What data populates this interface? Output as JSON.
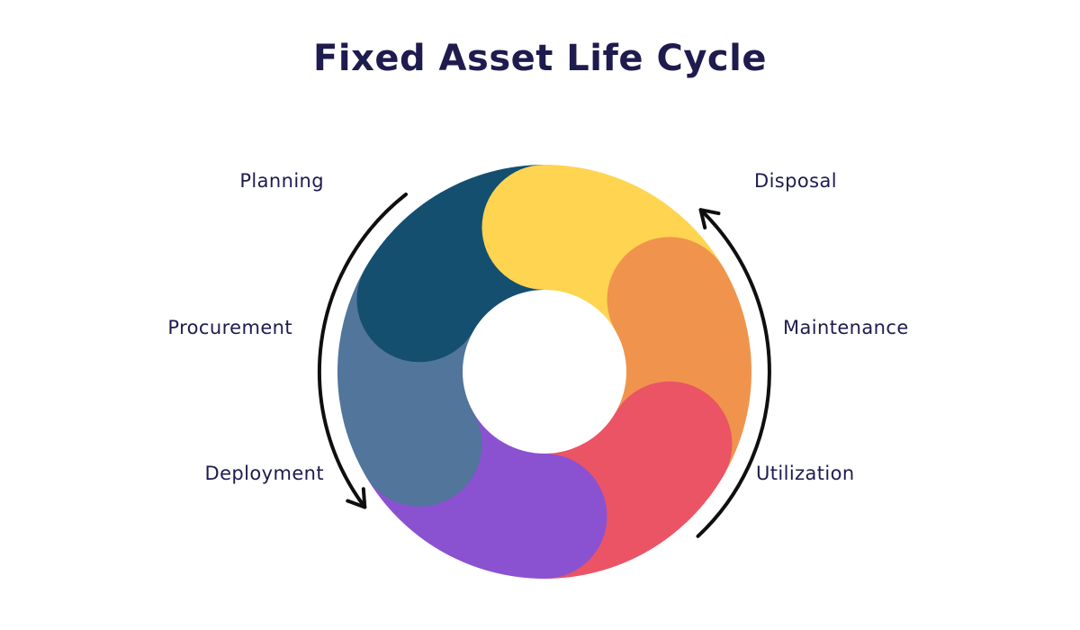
{
  "title": "Fixed Asset Life Cycle",
  "stages": [
    {
      "label": "Planning",
      "color": "#144F70"
    },
    {
      "label": "Procurement",
      "color": "#51759B"
    },
    {
      "label": "Deployment",
      "color": "#8A52D1"
    },
    {
      "label": "Utilization",
      "color": "#EB5465"
    },
    {
      "label": "Maintenance",
      "color": "#F0944D"
    },
    {
      "label": "Disposal",
      "color": "#FFD450"
    }
  ],
  "colors": {
    "background": "#FFFFFF",
    "title_text": "#1E1B4E",
    "label_text": "#1E1B4E",
    "arrow": "#0F0F0F"
  }
}
